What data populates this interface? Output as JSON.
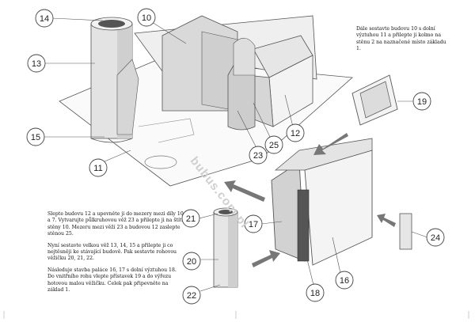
{
  "labels": {
    "p14": "14",
    "p10": "10",
    "p13": "13",
    "p15": "15",
    "p11": "11",
    "p23": "23",
    "p25": "25",
    "p12": "12",
    "p19": "19",
    "p17": "17",
    "p18": "18",
    "p16": "16",
    "p21": "21",
    "p20": "20",
    "p22": "22",
    "p24": "24"
  },
  "text_top_right": "Dále sestavte budovu 10 s dolní výztuhou 11 a přilepte ji kolmo na stěnu 2 na naznačené místo základu 1.",
  "text_bottom_left": [
    "Slepte budovu 12 a upevněte ji do mezery mezi díly 10 a 7. Vytvarujte půlkruhovou věž 23 a přilepte ji na štít stěny 10. Mezeru mezi věží 23 a budovou 12 zaslepte stěnou 25.",
    "Nyní sestavte velkou věž 13, 14, 15 a přilepte ji co nejtěsněji ke stávající budově. Pak sestavte rohovou věžičku 20, 21, 22.",
    "Následuje stavba paláce 16, 17 s dolní výztuhou 18. Do vnitřního rohu vlepte přístavek 19 a do výřezu hotovou malou věžičku. Celek pak připevněte na základ 1."
  ],
  "watermark": "bubus.com.pl"
}
